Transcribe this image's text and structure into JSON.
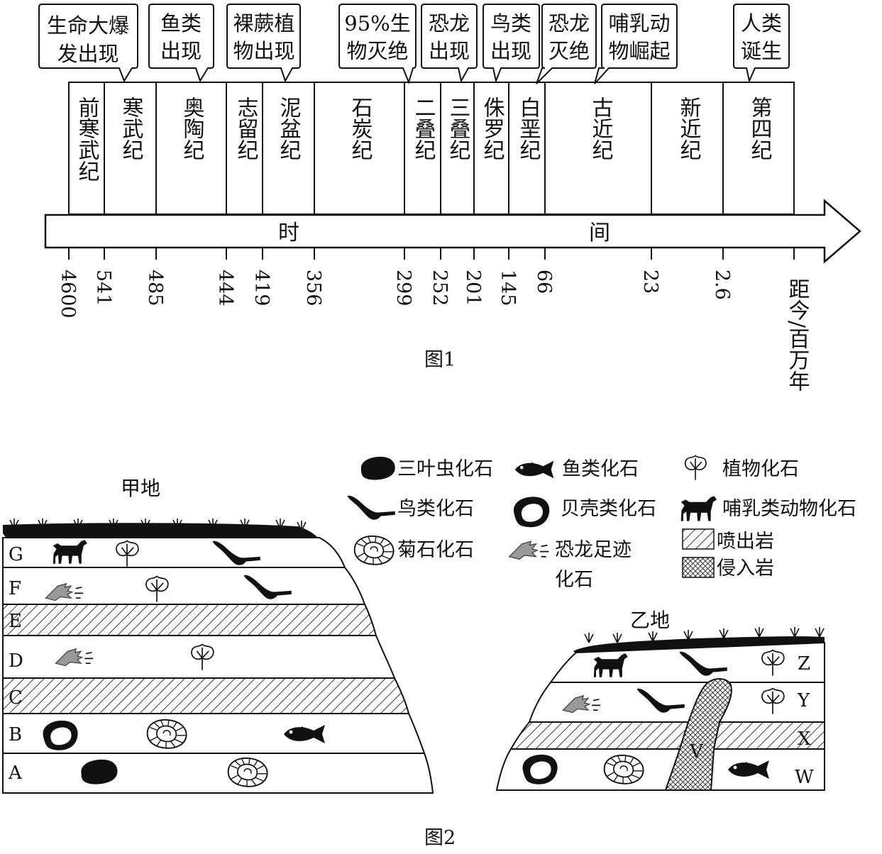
{
  "fig1": {
    "caption": "图1",
    "arrow_text": [
      "时",
      "间"
    ],
    "unit_label": "距今/百万年",
    "periods": [
      "前寒武纪",
      "寒武纪",
      "奥陶纪",
      "志留纪",
      "泥盆纪",
      "石炭纪",
      "二叠纪",
      "三叠纪",
      "侏罗纪",
      "白垩纪",
      "古近纪",
      "新近纪",
      "第四纪"
    ],
    "ticks": [
      "4600",
      "541",
      "485",
      "444",
      "419",
      "356",
      "299",
      "252",
      "201",
      "145",
      "66",
      "23",
      "2.6"
    ],
    "events": [
      {
        "line1": "生命大爆",
        "line2": "发出现"
      },
      {
        "line1": "鱼类",
        "line2": "出现"
      },
      {
        "line1": "裸蕨植",
        "line2": "物出现"
      },
      {
        "line1": "95%生",
        "line2": "物灭绝"
      },
      {
        "line1": "恐龙",
        "line2": "出现"
      },
      {
        "line1": "鸟类",
        "line2": "出现"
      },
      {
        "line1": "恐龙",
        "line2": "灭绝"
      },
      {
        "line1": "哺乳动",
        "line2": "物崛起"
      },
      {
        "line1": "人类",
        "line2": "诞生"
      }
    ]
  },
  "fig2": {
    "caption": "图2",
    "site_a": "甲地",
    "site_b": "乙地",
    "layers_a": [
      "G",
      "F",
      "E",
      "D",
      "C",
      "B",
      "A"
    ],
    "layers_b": [
      "Z",
      "Y",
      "X",
      "W"
    ],
    "intrusion_label": "V",
    "legend": {
      "trilobite": "三叶虫化石",
      "fish": "鱼类化石",
      "plant": "植物化石",
      "bird": "鸟类化石",
      "shell": "贝壳类化石",
      "mammal": "哺乳类动物化石",
      "ammonite": "菊石化石",
      "footprint_1": "恐龙足迹",
      "footprint_2": "化石",
      "extrusive": "喷出岩",
      "intrusive": "侵入岩"
    }
  }
}
